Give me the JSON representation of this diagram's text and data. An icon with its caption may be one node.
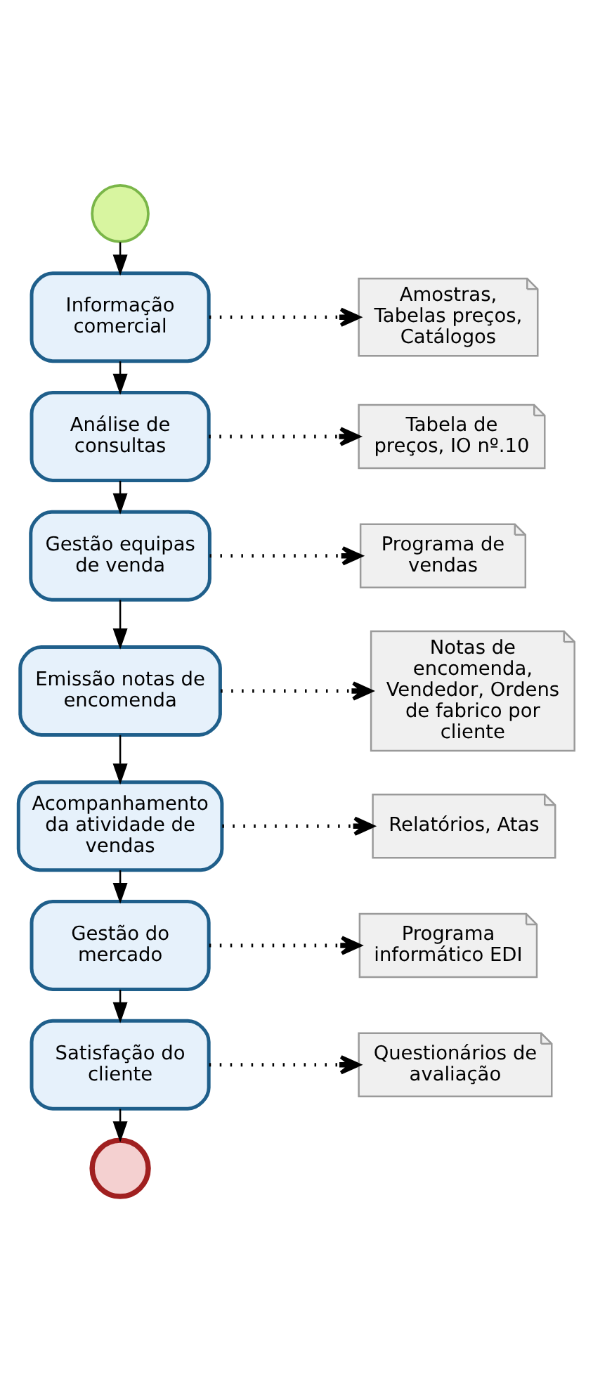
{
  "diagram": {
    "nodes": [
      {
        "text": [],
        "shape": "circle"
      },
      {
        "text": [
          "Informação comercial"
        ]
      },
      {
        "text": [
          "Amostras, Tabelas preços, Catálogos"
        ]
      },
      {
        "text": [
          "Análise de consultas"
        ]
      },
      {
        "text": [
          "Tabela de preços, IO nº.10"
        ]
      },
      {
        "text": [
          "Gestão equipas de venda"
        ]
      },
      {
        "text": [
          "Programa de vendas"
        ]
      },
      {
        "text": [
          "Emissão notas de encomenda"
        ]
      },
      {
        "text": [
          "Notas de encomenda, Vendedor, Ordens de fabrico por cliente"
        ]
      },
      {
        "text": [
          "Acompanhamento da atividade de vendas"
        ]
      },
      {
        "text": [
          "Relatórios, Atas"
        ]
      },
      {
        "text": [
          "Gestão do mercado"
        ]
      },
      {
        "text": [
          "Programa informático EDI"
        ]
      },
      {
        "text": [
          "Satisfação do cliente"
        ]
      },
      {
        "text": [
          "Questionários de avaliação"
        ]
      },
      {
        "text": [],
        "shape": "circle"
      }
    ],
    "edges": [
      {
        "from": 0,
        "to": 1,
        "arrow": "to"
      },
      {
        "from": 1,
        "to": 2,
        "arrow": "to",
        "style": "dashed"
      },
      {
        "from": 1,
        "to": 3,
        "arrow": "to"
      },
      {
        "from": 3,
        "to": 4,
        "arrow": "to",
        "style": "dashed"
      },
      {
        "from": 3,
        "to": 5,
        "arrow": "to"
      },
      {
        "from": 5,
        "to": 6,
        "arrow": "to",
        "style": "dashed"
      },
      {
        "from": 5,
        "to": 7,
        "arrow": "to"
      },
      {
        "from": 7,
        "to": 8,
        "arrow": "to",
        "style": "dashed"
      },
      {
        "from": 7,
        "to": 9,
        "arrow": "to"
      },
      {
        "from": 9,
        "to": 10,
        "arrow": "to",
        "style": "dashed"
      },
      {
        "from": 9,
        "to": 11,
        "arrow": "to"
      },
      {
        "from": 11,
        "to": 12,
        "arrow": "to",
        "style": "dashed"
      },
      {
        "from": 11,
        "to": 13,
        "arrow": "to"
      },
      {
        "from": 13,
        "to": 14,
        "arrow": "to",
        "style": "dashed"
      },
      {
        "from": 13,
        "to": 15,
        "arrow": "to"
      }
    ]
  }
}
